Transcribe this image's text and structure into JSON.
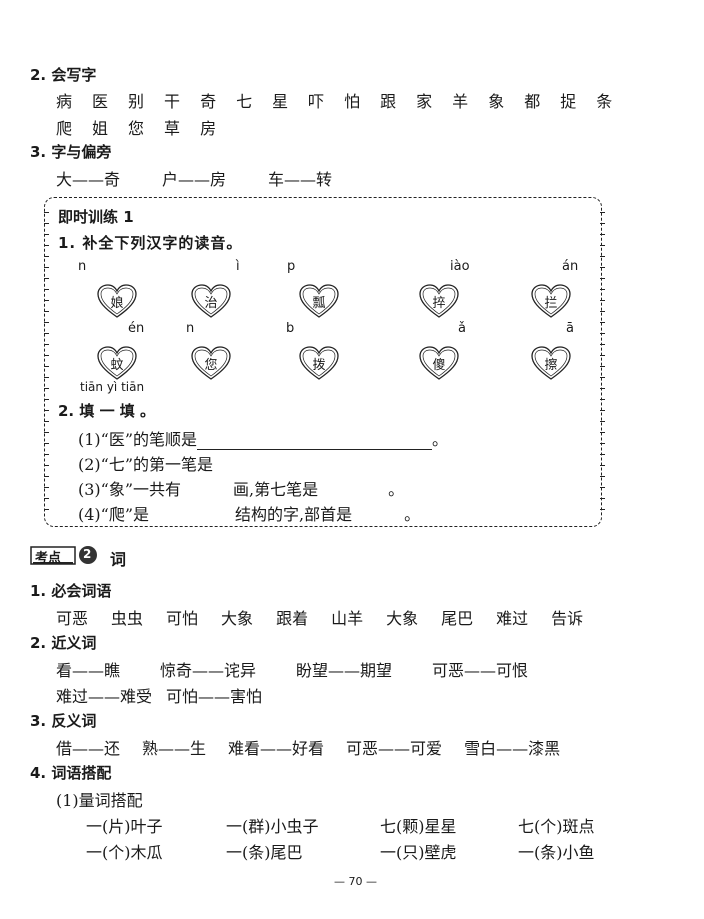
{
  "section_write": {
    "heading": "2. 会写字",
    "row1": [
      "病",
      "医",
      "别",
      "干",
      "奇",
      "七",
      "星",
      "吓",
      "怕",
      "跟",
      "家",
      "羊",
      "象",
      "都",
      "捉",
      "条"
    ],
    "row2": [
      "爬",
      "姐",
      "您",
      "草",
      "房"
    ]
  },
  "section_radical": {
    "heading": "3. 字与偏旁",
    "items": [
      "大——奇",
      "户——房",
      "车——转"
    ]
  },
  "drill": {
    "title": "即时训练 1",
    "q1": "1. 补全下列汉字的读音。",
    "pinyin_row1": [
      "n",
      "ì",
      "p",
      "iào",
      "án"
    ],
    "hearts_row1": [
      "娘",
      "治",
      "瓢",
      "捽",
      "拦"
    ],
    "pinyin_row2": [
      "én",
      "n",
      "b",
      "ǎ",
      "ā"
    ],
    "hearts_row2": [
      "蚊",
      "您",
      "拨",
      "傻",
      "擦"
    ],
    "note_pinyin": "tiān yì tiān",
    "q2": "2. 填 一 填 。",
    "fill1_a": "(1)“医”的笔顺是",
    "fill1_b": "。",
    "fill2": "(2)“七”的第一笔是",
    "fill3_a": "(3)“象”一共有",
    "fill3_b": "画,第七笔是",
    "fill3_c": "。",
    "fill4_a": "(4)“爬”是",
    "fill4_b": "结构的字,部首是",
    "fill4_c": "。"
  },
  "kaodian": {
    "badge_text": "考点",
    "badge_num": "2",
    "title": "词"
  },
  "words": {
    "h1": "1. 必会词语",
    "list1": [
      "可恶",
      "虫虫",
      "可怕",
      "大象",
      "跟着",
      "山羊",
      "大象",
      "尾巴",
      "难过",
      "告诉"
    ],
    "h2": "2. 近义词",
    "syn_row1": [
      "看——瞧",
      "惊奇——诧异",
      "盼望——期望",
      "可恶——可恨"
    ],
    "syn_row2": [
      "难过——难受",
      "可怕——害怕"
    ],
    "h3": "3. 反义词",
    "ant_row": [
      "借——还",
      "熟——生",
      "难看——好看",
      "可恶——可爱",
      "雪白——漆黑"
    ],
    "h4": "4. 词语搭配",
    "sub1": "(1)量词搭配",
    "mw_row1": [
      "一(片)叶子",
      "一(群)小虫子",
      "七(颗)星星",
      "七(个)斑点"
    ],
    "mw_row2": [
      "一(个)木瓜",
      "一(条)尾巴",
      "一(只)壁虎",
      "一(条)小鱼"
    ]
  },
  "page_number": "— 70 —"
}
